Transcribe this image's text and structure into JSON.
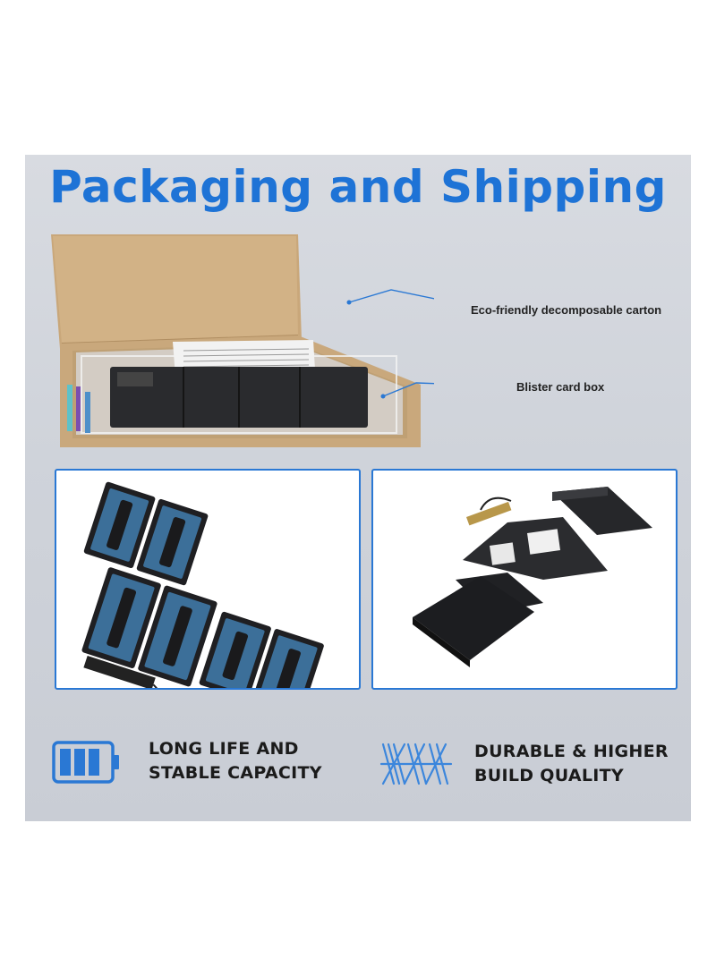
{
  "title": "Packaging and Shipping",
  "callouts": {
    "carton": "Eco-friendly decomposable carton",
    "blister": "Blister card box"
  },
  "features": [
    {
      "icon": "battery-icon",
      "line1": "LONG LIFE AND",
      "line2": "STABLE CAPACITY"
    },
    {
      "icon": "spring-wire-icon",
      "line1": "DURABLE & HIGHER",
      "line2": "BUILD QUALITY"
    }
  ],
  "colors": {
    "accent": "#1e73d6",
    "card_border": "#2a78d4",
    "background": "#d3d6dd"
  }
}
